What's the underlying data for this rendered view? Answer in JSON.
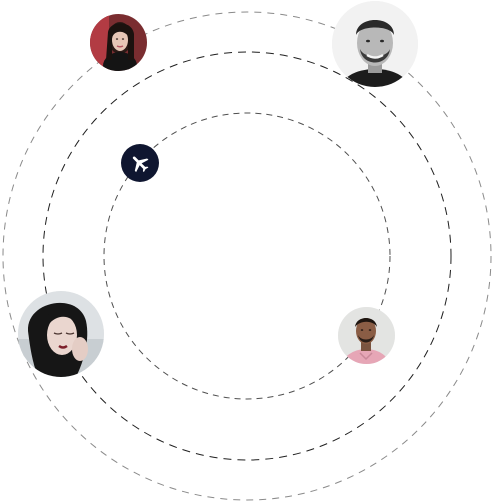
{
  "scene": {
    "type": "orbit-illustration",
    "orbits": [
      {
        "name": "outer-orbit",
        "style": "dashed",
        "color": "#7a7a7a"
      },
      {
        "name": "middle-orbit",
        "style": "dashed",
        "color": "#2a2a2a"
      },
      {
        "name": "inner-orbit",
        "style": "dashed",
        "color": "#5e5e5e"
      }
    ],
    "avatars": [
      {
        "name": "avatar-woman-top",
        "description": "portrait-photo"
      },
      {
        "name": "avatar-man-top-right",
        "description": "portrait-photo"
      },
      {
        "name": "avatar-woman-left",
        "description": "portrait-photo"
      },
      {
        "name": "avatar-man-right",
        "description": "portrait-photo"
      }
    ],
    "badge": {
      "icon": "airplane-icon",
      "background": "#0f1630",
      "foreground": "#ffffff"
    }
  }
}
